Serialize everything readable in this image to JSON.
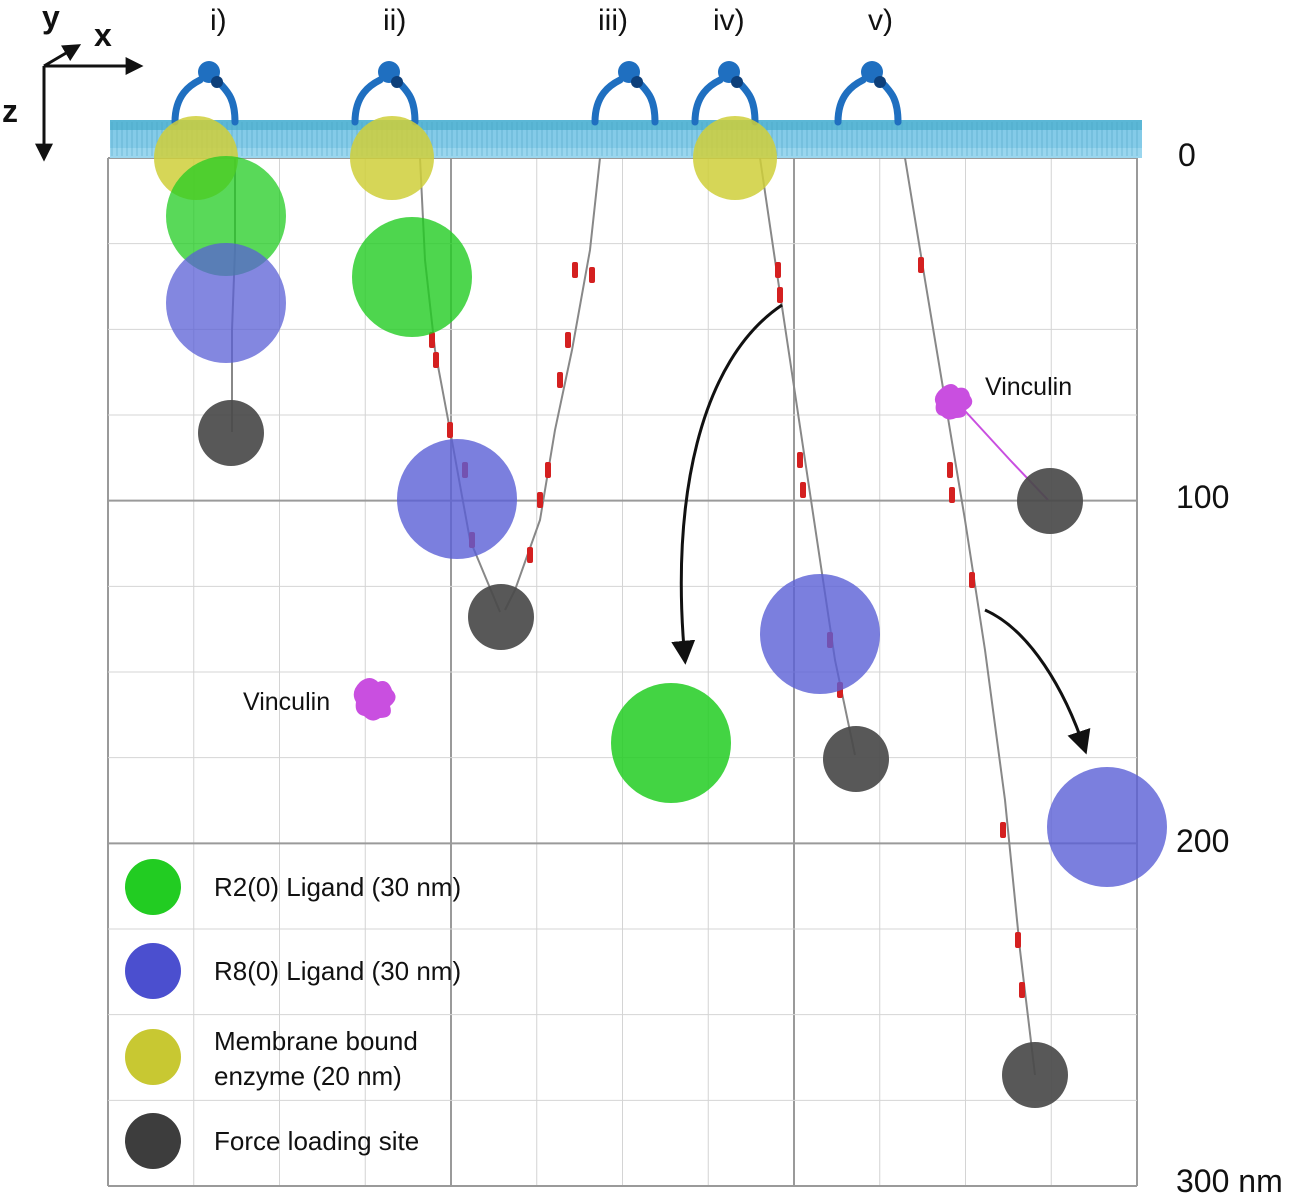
{
  "axes": {
    "y": "y",
    "x": "x",
    "z": "z"
  },
  "panels": [
    "i)",
    "ii)",
    "iii)",
    "iv)",
    "v)"
  ],
  "scale": {
    "z0": "0",
    "z100": "100",
    "z200": "200",
    "z300": "300 nm"
  },
  "annotations": {
    "vinculin_left": "Vinculin",
    "vinculin_right": "Vinculin"
  },
  "legend": [
    {
      "label": "R2(0) Ligand (30 nm)",
      "color": "#22cc22"
    },
    {
      "label": "R8(0) Ligand (30 nm)",
      "color": "#4b4fcf"
    },
    {
      "label_line1": "Membrane bound",
      "label_line2": "enzyme (20 nm)",
      "color": "#c8c832"
    },
    {
      "label": "Force loading site",
      "color": "#3d3d3d"
    }
  ],
  "colors": {
    "membrane": "#7fc8e6",
    "integrin": "#1f6fc0",
    "r2_ligand": "#22cc22",
    "r8_ligand": "#5a5fd6",
    "enzyme": "#cfcf3a",
    "force_site": "#4a4a4a",
    "vinculin": "#c94fe0",
    "talin_domain": "#d42020"
  }
}
